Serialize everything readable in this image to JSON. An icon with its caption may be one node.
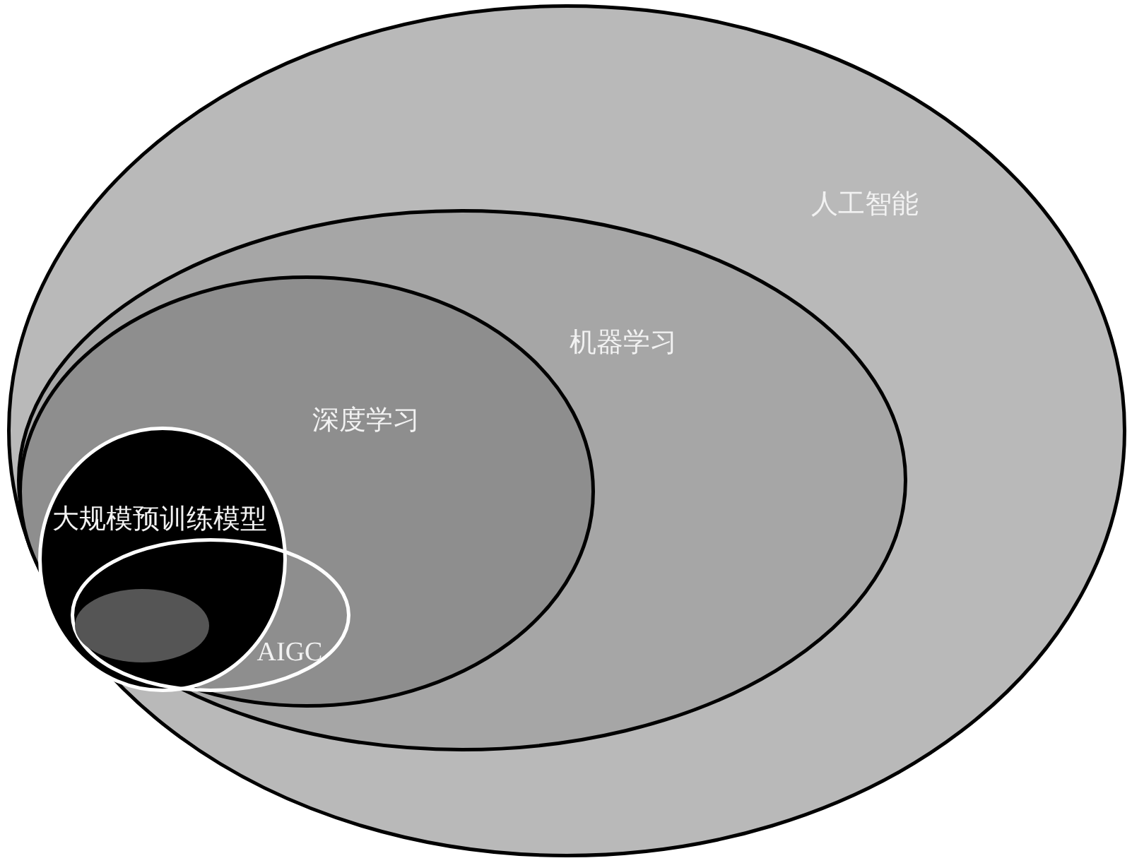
{
  "diagram": {
    "nodes": [
      {
        "text": [
          "人工智能"
        ]
      },
      {
        "text": [
          "机器学习"
        ],
        "in": 0
      },
      {
        "text": [
          "深度学习"
        ],
        "in": 1
      },
      {
        "text": [
          "大规模预训练模型"
        ],
        "in": 2
      },
      {
        "text": [
          "AIGC"
        ],
        "in": 2
      },
      {
        "text": [],
        "shape": "ellipse"
      }
    ]
  }
}
